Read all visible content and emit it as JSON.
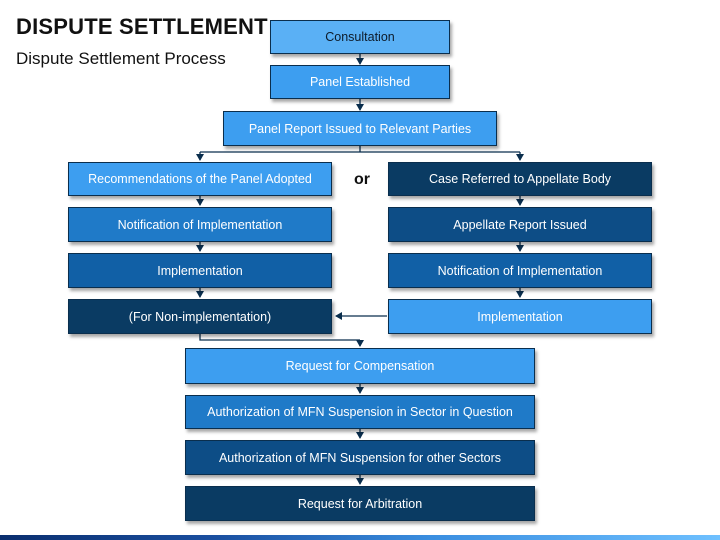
{
  "header": {
    "title": "DISPUTE SETTLEMENT",
    "subtitle": "Dispute Settlement Process"
  },
  "flow": {
    "consultation": "Consultation",
    "panel_established": "Panel Established",
    "panel_report": "Panel Report Issued to Relevant Parties",
    "separator": "or",
    "left_branch": [
      "Recommendations of the Panel Adopted",
      "Notification of Implementation",
      "Implementation",
      "(For Non-implementation)"
    ],
    "right_branch": [
      "Case Referred to Appellate Body",
      "Appellate Report Issued",
      "Notification of Implementation",
      "Implementation"
    ],
    "final_steps": [
      "Request for Compensation",
      "Authorization of MFN Suspension in Sector in Question",
      "Authorization of MFN Suspension for other Sectors",
      "Request for Arbitration"
    ]
  },
  "colors": {
    "lightest": "#5ab0f5",
    "light": "#3d9ef0",
    "medium": "#1f7ac8",
    "medium_dark": "#1160a6",
    "dark": "#0d4d86",
    "darkest": "#0a3b63",
    "connector": "#0a2e4d"
  }
}
